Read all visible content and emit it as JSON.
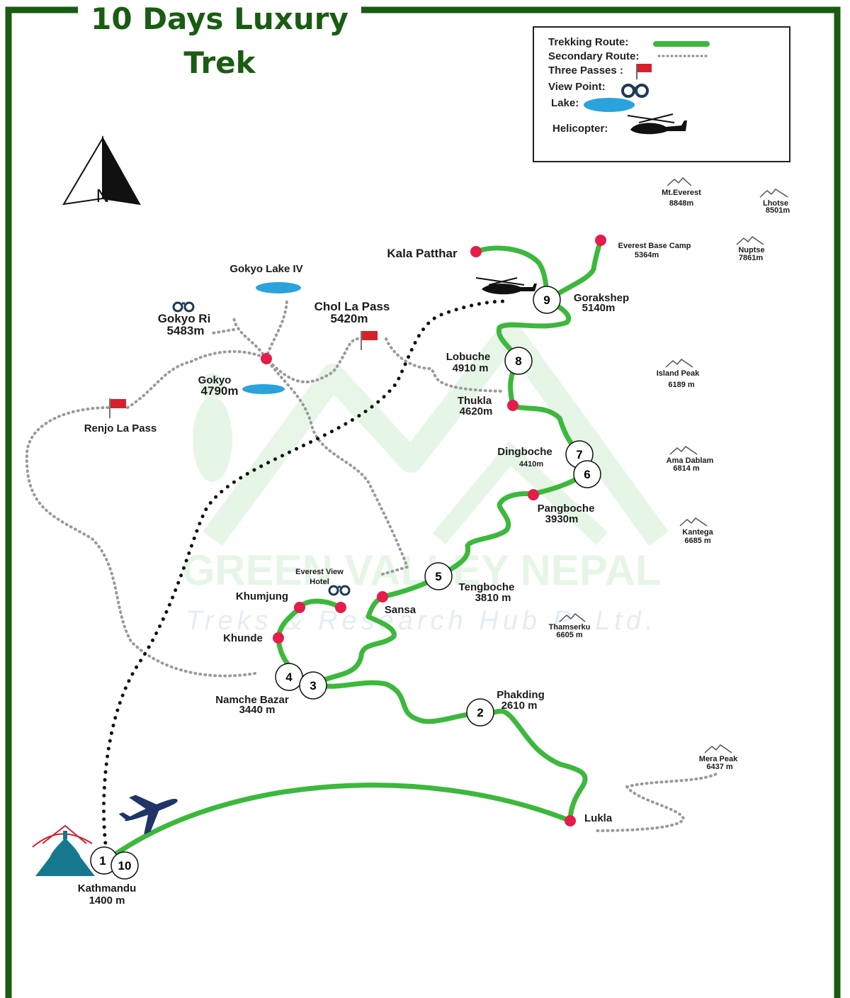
{
  "title": {
    "line1": "10 Days Luxury",
    "line2": "Trek"
  },
  "legend": {
    "trekking_route": "Trekking Route:",
    "secondary_route": "Secondary  Route:",
    "three_passes": "Three Passes :",
    "view_point": "View Point:",
    "lake": "Lake:",
    "helicopter": "Helicopter:"
  },
  "compass": {
    "label": "N"
  },
  "colors": {
    "route": "#3cb83c",
    "pin": "#e41d4a",
    "frame": "#1a5c12",
    "lake": "#2aa3dd",
    "flag": "#d6202b",
    "plane": "#1f3566",
    "stupa": "#16788e"
  },
  "places": {
    "kathmandu": {
      "name": "Kathmandu",
      "alt": "1400 m"
    },
    "lukla": {
      "name": "Lukla"
    },
    "phakding": {
      "name": "Phakding",
      "alt": "2610 m"
    },
    "namche": {
      "name": "Namche Bazar",
      "alt": "3440 m"
    },
    "khunde": {
      "name": "Khunde"
    },
    "khumjung": {
      "name": "Khumjung"
    },
    "everest_view_hotel": {
      "name": "Everest View",
      "name2": "Hotel"
    },
    "sansa": {
      "name": "Sansa"
    },
    "tengboche": {
      "name": "Tengboche",
      "alt": "3810 m"
    },
    "pangboche": {
      "name": "Pangboche",
      "alt": "3930m"
    },
    "dingboche": {
      "name": "Dingboche",
      "alt": "4410m"
    },
    "thukla": {
      "name": "Thukla",
      "alt": "4620m"
    },
    "lobuche": {
      "name": "Lobuche",
      "alt": "4910 m"
    },
    "gorakshep": {
      "name": "Gorakshep",
      "alt": "5140m"
    },
    "kala_patthar": {
      "name": "Kala Patthar"
    },
    "ebc": {
      "name": "Everest Base Camp",
      "alt": "5364m"
    },
    "chol_la": {
      "name": "Chol La Pass",
      "alt": "5420m"
    },
    "gokyo_lake_iv": {
      "name": "Gokyo Lake IV"
    },
    "gokyo_ri": {
      "name": "Gokyo Ri",
      "alt": "5483m"
    },
    "gokyo": {
      "name": "Gokyo",
      "alt": "4790m"
    },
    "renjo_la": {
      "name": "Renjo La Pass"
    }
  },
  "peaks": {
    "everest": {
      "name": "Mt.Everest",
      "alt": "8848m"
    },
    "lhotse": {
      "name": "Lhotse",
      "alt": "8501m"
    },
    "nuptse": {
      "name": "Nuptse",
      "alt": "7861m"
    },
    "island": {
      "name": "Island Peak",
      "alt": "6189 m"
    },
    "amadablam": {
      "name": "Ama Dablam",
      "alt": "6814 m"
    },
    "kantega": {
      "name": "Kantega",
      "alt": "6685 m"
    },
    "thamserku": {
      "name": "Thamserku",
      "alt": "6605 m"
    },
    "mera": {
      "name": "Mera Peak",
      "alt": "6437 m"
    }
  },
  "days": [
    "1",
    "2",
    "3",
    "4",
    "5",
    "6",
    "7",
    "8",
    "9",
    "10"
  ],
  "watermark": {
    "line1": "GREEN VALLEY NEPAL",
    "line2": "Treks & Research Hub P. Ltd."
  }
}
